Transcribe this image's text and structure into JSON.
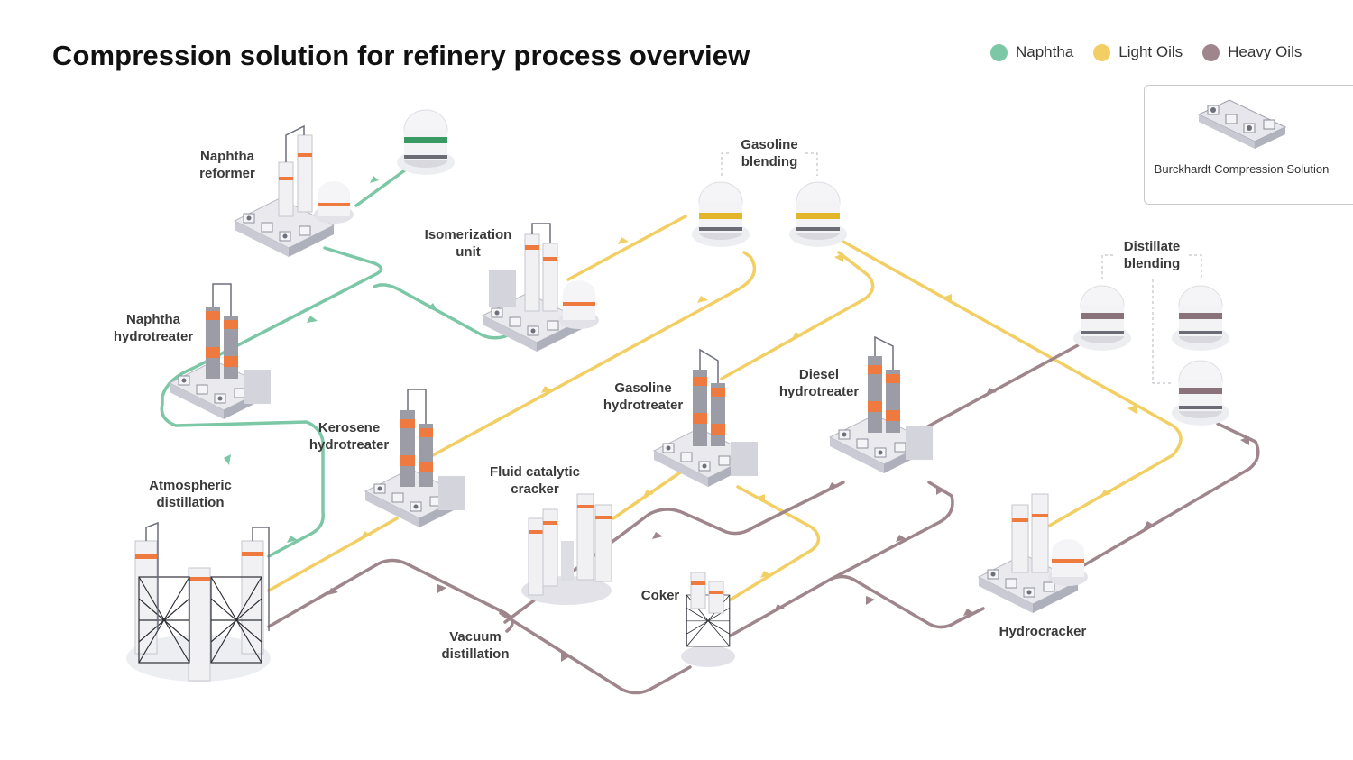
{
  "title": "Compression solution for refinery process overview",
  "legend": [
    {
      "label": "Naphtha",
      "color": "#7cc7a5"
    },
    {
      "label": "Light Oils",
      "color": "#f2cf64"
    },
    {
      "label": "Heavy Oils",
      "color": "#9e868c"
    }
  ],
  "key": {
    "label": "Burckhardt Compression Solution",
    "icon": "compressor-skid-icon"
  },
  "units": {
    "naphtha_reformer": "Naphtha reformer",
    "naphtha_hydrotreater": "Naphtha hydrotreater",
    "isomerization_unit": "Isomerization unit",
    "gasoline_blending": "Gasoline blending",
    "distillate_blending": "Distillate blending",
    "kerosene_hydrotreater": "Kerosene hydrotreater",
    "gasoline_hydrotreater": "Gasoline hydrotreater",
    "diesel_hydrotreater": "Diesel hydrotreater",
    "atmospheric_distillation": "Atmospheric distillation",
    "fluid_catalytic_cracker": "Fluid catalytic cracker",
    "coker": "Coker",
    "vacuum_distillation": "Vacuum distillation",
    "hydrocracker": "Hydrocracker"
  }
}
